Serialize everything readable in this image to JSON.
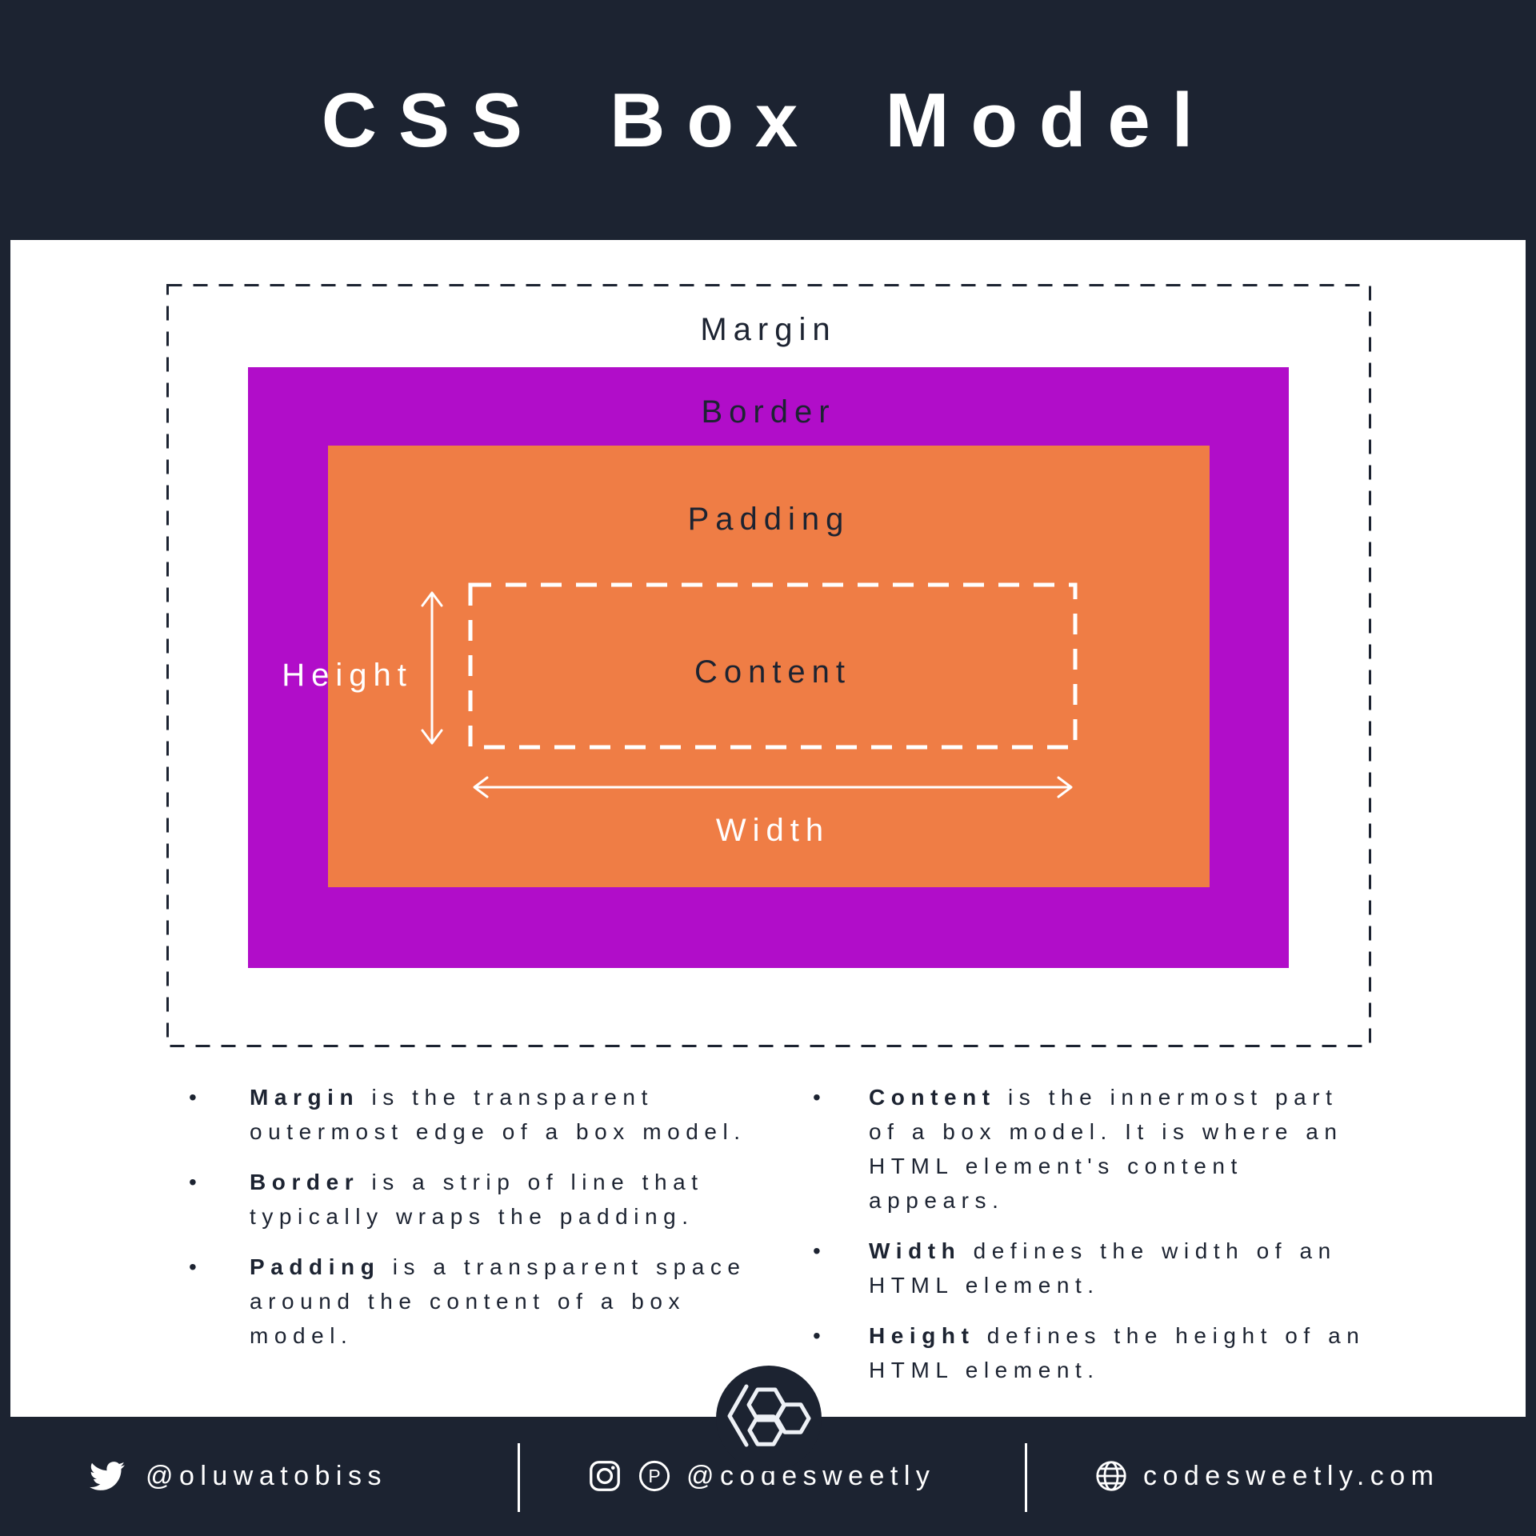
{
  "title": "CSS Box Model",
  "colors": {
    "navy": "#1c2331",
    "purple": "#b10dc9",
    "orange": "#ef7d45",
    "panel": "#ffffff"
  },
  "bullet_char": "•",
  "diagram": {
    "margin_label": "Margin",
    "border_label": "Border",
    "padding_label": "Padding",
    "content_label": "Content",
    "height_label": "Height",
    "width_label": "Width"
  },
  "bullets": {
    "left": [
      {
        "term": "Margin",
        "rest": " is the transparent outermost edge of a box model."
      },
      {
        "term": "Border",
        "rest": " is a strip of line that typically wraps the padding."
      },
      {
        "term": "Padding",
        "rest": " is a transparent space around the content of a box model."
      }
    ],
    "right": [
      {
        "term": "Content",
        "rest": " is the innermost part of a box model. It is where an HTML element's content appears."
      },
      {
        "term": "Width",
        "rest": " defines the width of an HTML element."
      },
      {
        "term": "Height",
        "rest": " defines the height of an HTML element."
      }
    ]
  },
  "footer": {
    "twitter_handle": "@oluwatobiss",
    "social_handle": "@codesweetly",
    "website": "codesweetly.com"
  },
  "icons": {
    "twitter": "twitter-bird-icon",
    "instagram": "instagram-icon",
    "pinterest": "pinterest-icon",
    "globe": "globe-icon",
    "logo": "codesweetly-hexagon-logo"
  }
}
